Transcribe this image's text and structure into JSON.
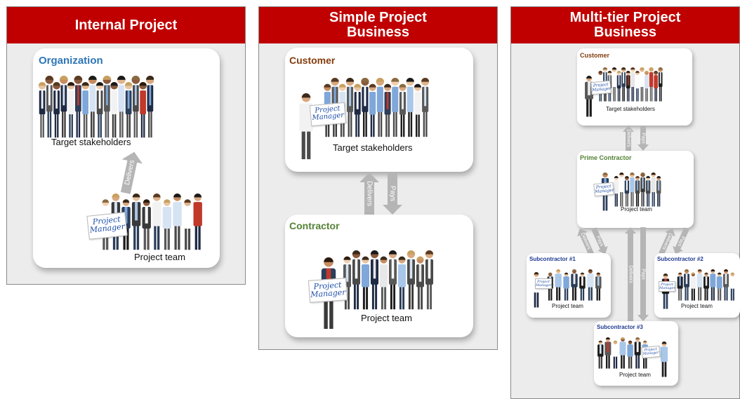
{
  "panels": {
    "internal": {
      "title": "Internal Project",
      "org_title": "Organization",
      "stakeholders_label": "Target stakeholders",
      "team_label": "Project team",
      "delivers_label": "Delivers",
      "pm_sign": "Project\nManager"
    },
    "simple": {
      "title": "Simple Project\nBusiness",
      "customer_title": "Customer",
      "stakeholders_label": "Target stakeholders",
      "contractor_title": "Contractor",
      "team_label": "Project team",
      "delivers_label": "Delivers",
      "pays_label": "Pays",
      "pm_sign": "Project\nManager"
    },
    "multitier": {
      "title": "Multi-tier Project\nBusiness",
      "customer_title": "Customer",
      "stakeholders_label": "Target stakeholders",
      "prime_title": "Prime Contractor",
      "prime_team_label": "Project team",
      "sub1_title": "Subcontractor #1",
      "sub1_team_label": "Project team",
      "sub2_title": "Subcontractor #2",
      "sub2_team_label": "Project team",
      "sub3_title": "Subcontractor #3",
      "sub3_team_label": "Project team",
      "delivers_label": "Delivers",
      "pays_label": "Pays",
      "pm_sign": "Project\nManager"
    }
  },
  "colors": {
    "header_red": "#c00000",
    "organization_blue": "#2e75b6",
    "customer_brown": "#843c0c",
    "contractor_green": "#548235",
    "subcontractor_navy": "#1f3a8f",
    "arrow_gray": "#b5b5b5"
  }
}
